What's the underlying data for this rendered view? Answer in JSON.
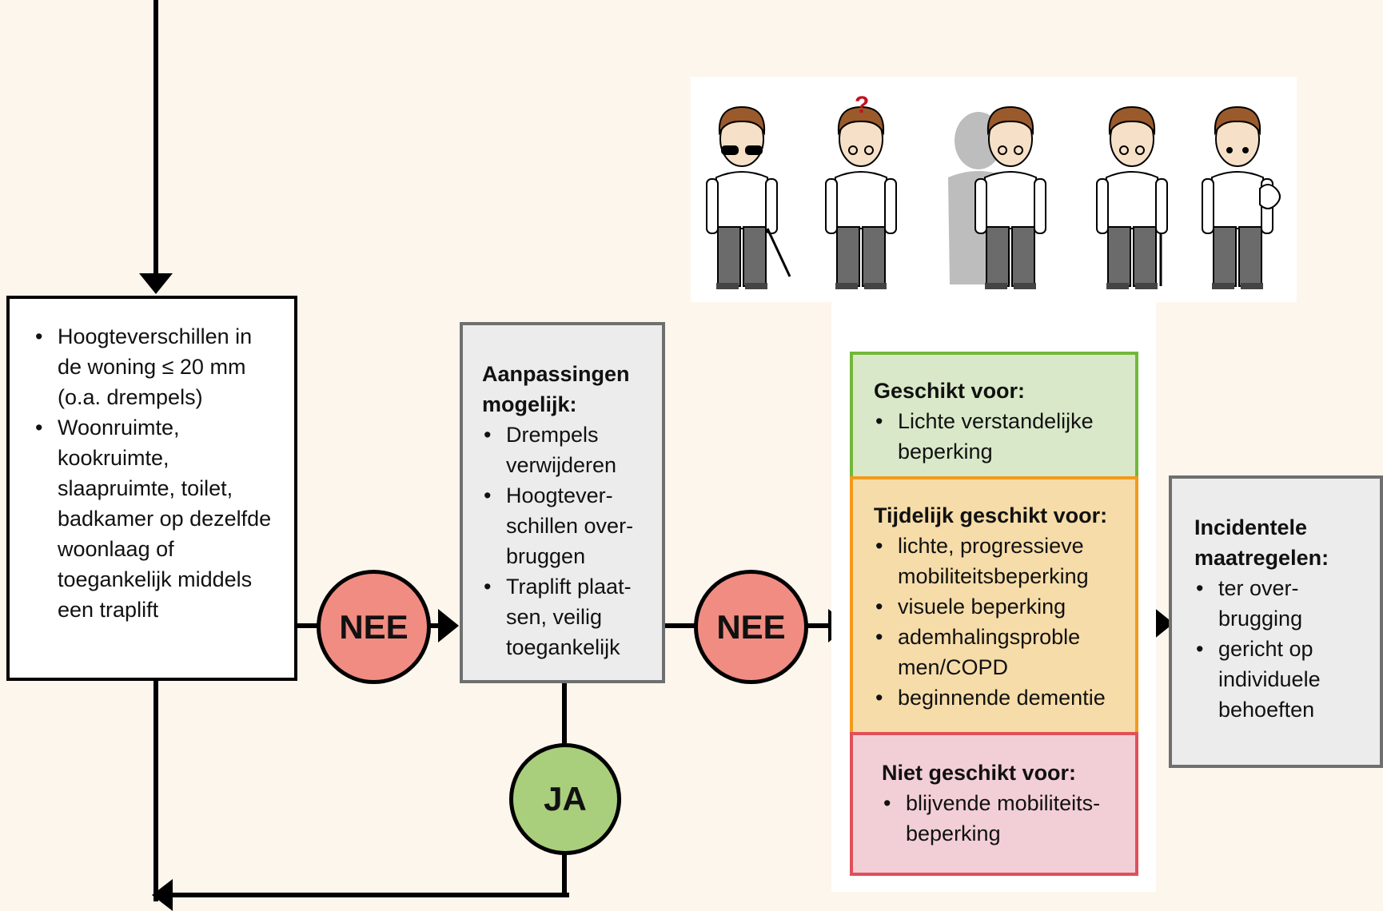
{
  "box1": {
    "items": [
      "Hoogteverschillen in de woning ≤ 20 mm (o.a. drempels)",
      "Woonruimte, kookruimte, slaapruimte, toilet, badkamer op dezelfde woonlaag of toegankelijk middels een traplift"
    ]
  },
  "box2": {
    "title": "Aanpassingen mogelijk:",
    "items": [
      "Drempels verwijderen",
      "Hoogtever-schillen over-bruggen",
      "Traplift plaat-sen, veilig toegankelijk"
    ]
  },
  "circles": {
    "nee1": "NEE",
    "nee2": "NEE",
    "ja": "JA"
  },
  "green_box": {
    "title": "Geschikt voor:",
    "items": [
      "Lichte verstandelijke beperking"
    ]
  },
  "orange_box": {
    "title": "Tijdelijk geschikt voor:",
    "items": [
      "lichte, progressieve mobiliteitsbeperking",
      "visuele beperking",
      "ademhalingsproble men/COPD",
      "beginnende dementie"
    ]
  },
  "red_box": {
    "title": "Niet geschikt voor:",
    "items": [
      "blijvende mobiliteits-beperking"
    ]
  },
  "right_box": {
    "title": "Incidentele maatregelen:",
    "items": [
      "ter over-brugging",
      "gericht op individuele behoeften"
    ]
  },
  "colors": {
    "background": "#fdf6ec",
    "nee": "#f08c82",
    "ja": "#a9cf7d",
    "green_fill": "#d9e8c8",
    "green_border": "#72b73a",
    "orange_fill": "#f6dca8",
    "orange_border": "#f29a1c",
    "red_fill": "#f2cfd6",
    "red_border": "#e0505a",
    "gray_fill": "#ececec",
    "gray_border": "#6f6f6f"
  },
  "icons": [
    "person-blind-icon",
    "person-confused-icon",
    "person-with-companion-icon",
    "person-with-cane-icon",
    "person-breathing-problem-icon"
  ]
}
